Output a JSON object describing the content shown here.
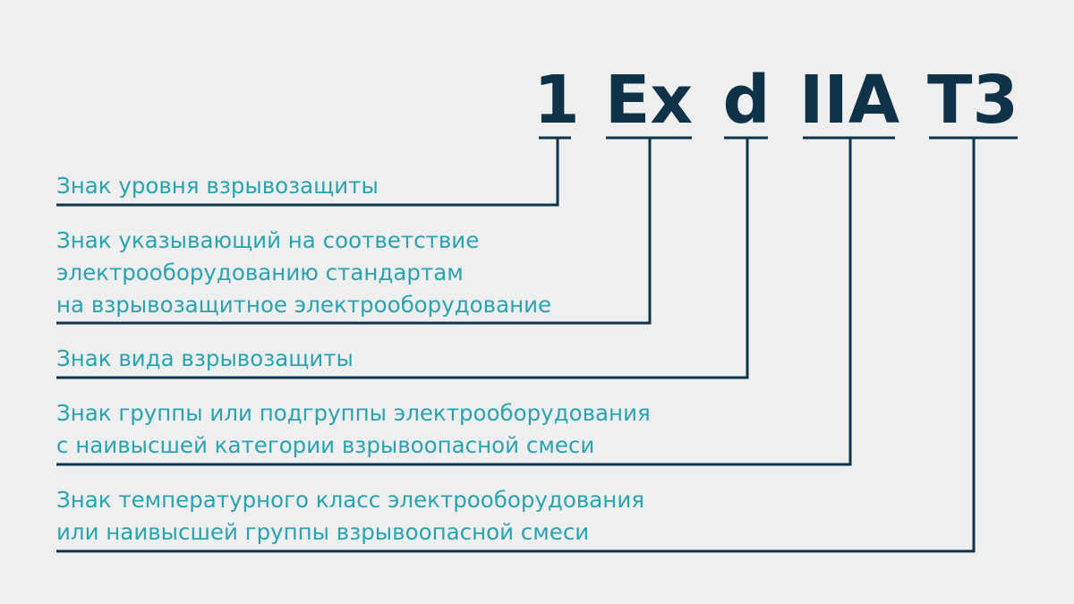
{
  "symbols": [
    "1",
    "Ex",
    "d",
    "IIA",
    "T3"
  ],
  "descriptions": [
    [
      "Знак уровня взрывозащиты"
    ],
    [
      "Знак указывающий на соответствие",
      "электрооборудованию стандартам",
      "на взрывозащитное электрооборудование"
    ],
    [
      "Знак вида взрывозащиты"
    ],
    [
      "Знак группы или подгруппы электрооборудования",
      "с наивысшей категории взрывоопасной смеси"
    ],
    [
      "Знак температурного класс электрооборудования",
      "или наивысшей группы взрывоопасной смеси"
    ]
  ],
  "colors": {
    "background": "#efefef",
    "symbol": "#0e3349",
    "description": "#2aa3b1",
    "line": "#0e3349"
  }
}
